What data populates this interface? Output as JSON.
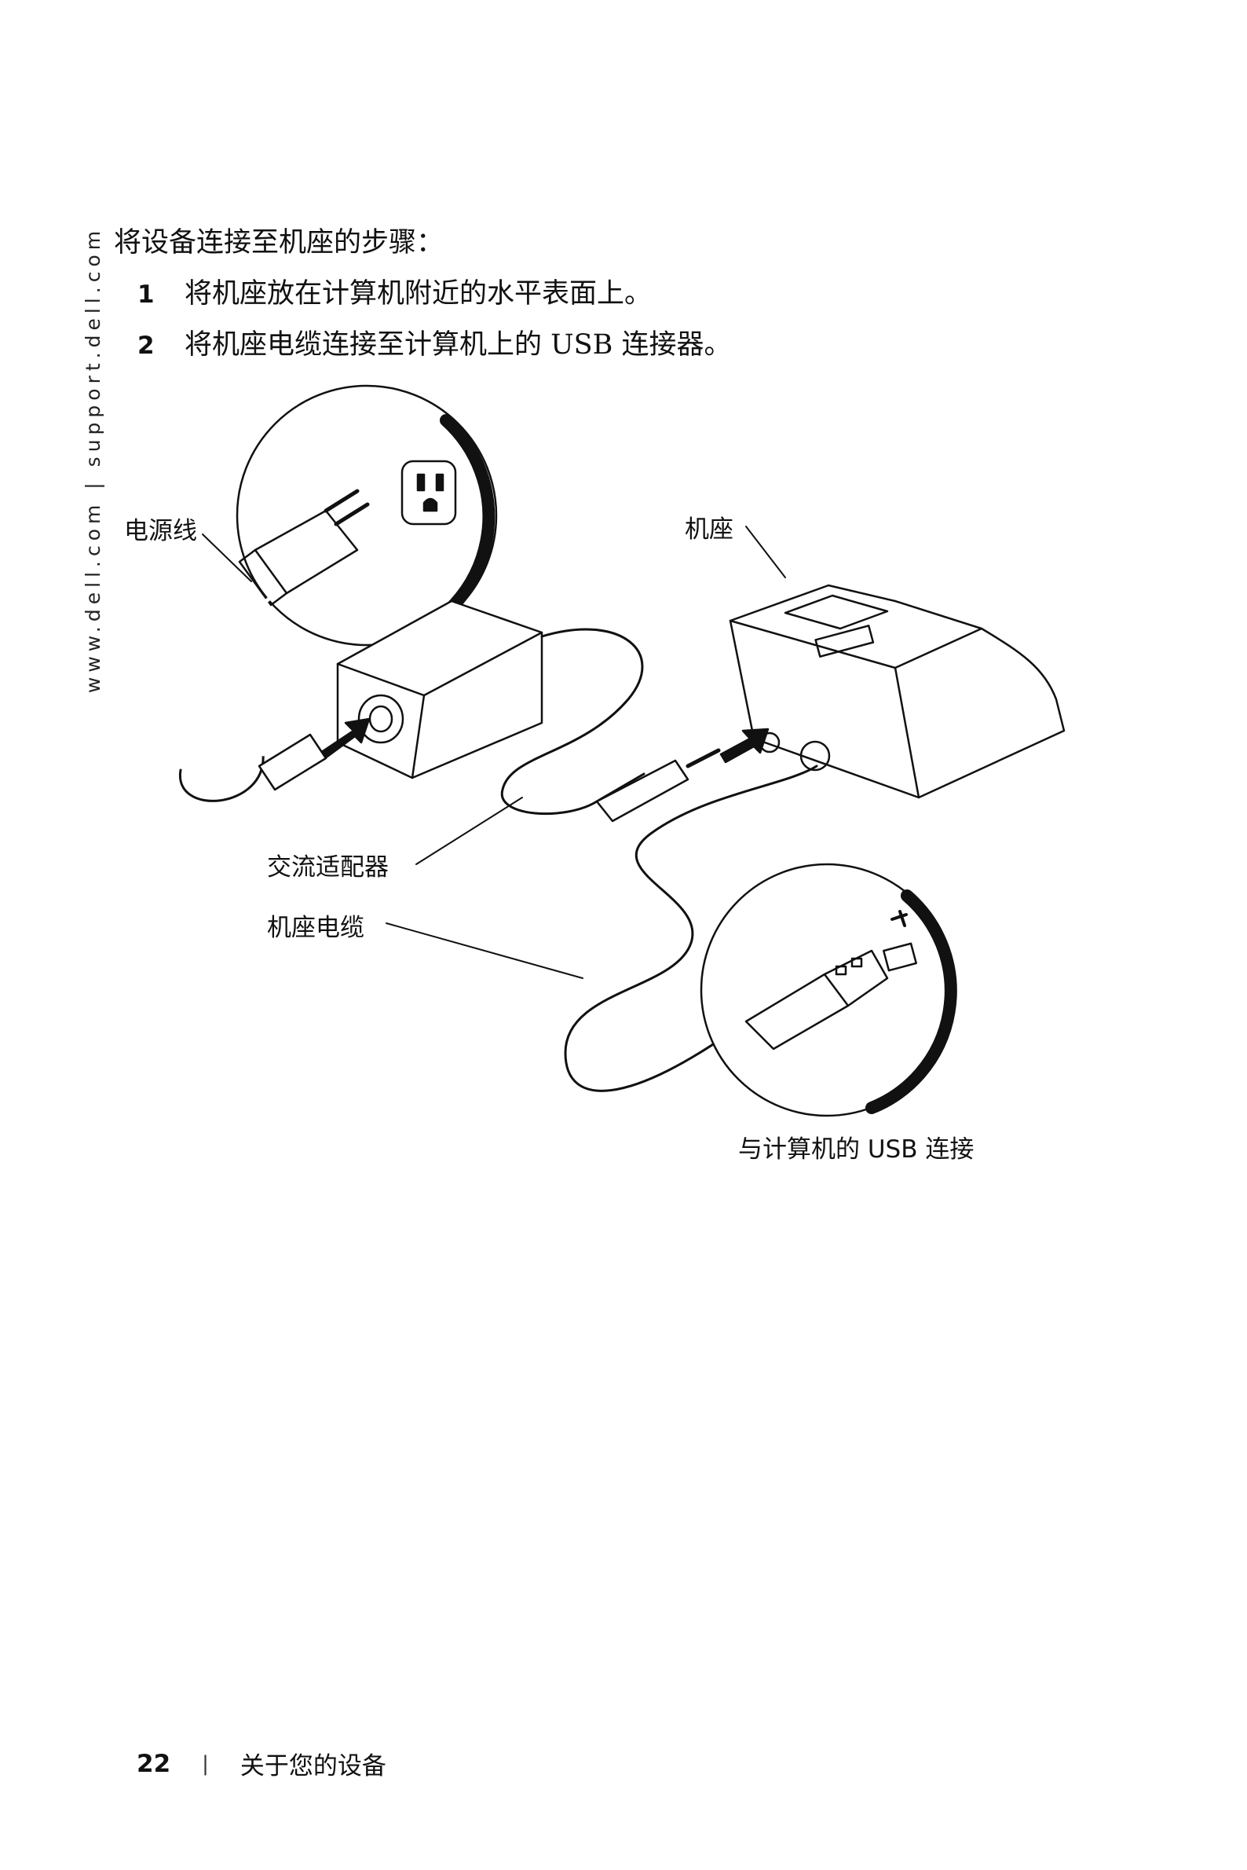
{
  "side": {
    "url": "www.dell.com | support.dell.com"
  },
  "intro": "将设备连接至机座的步骤：",
  "steps": [
    {
      "num": "1",
      "text": "将机座放在计算机附近的水平表面上。"
    },
    {
      "num": "2",
      "text": "将机座电缆连接至计算机上的 USB 连接器。"
    }
  ],
  "callouts": {
    "power_cord": "电源线",
    "dock": "机座",
    "ac_adapter": "交流适配器",
    "dock_cable": "机座电缆",
    "usb_connection": "与计算机的 USB 连接"
  },
  "footer": {
    "page": "22",
    "separator": "|",
    "section": "关于您的设备"
  }
}
